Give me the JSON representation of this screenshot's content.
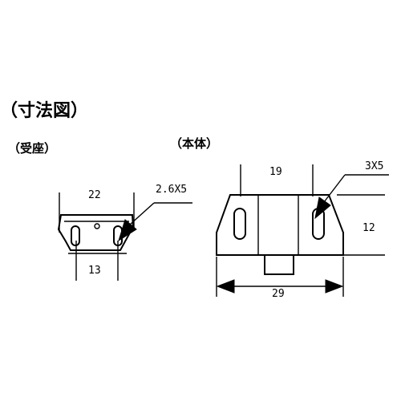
{
  "title": "（寸法図）",
  "receiver": {
    "heading": "（受座）",
    "dim_top": "22",
    "dim_bottom": "13",
    "hole_callout": "2.6X5"
  },
  "body": {
    "heading": "（本体）",
    "dim_top": "19",
    "dim_height": "12",
    "dim_width": "29",
    "hole_callout": "3X5"
  },
  "colors": {
    "line": "#000000",
    "background": "#ffffff"
  }
}
